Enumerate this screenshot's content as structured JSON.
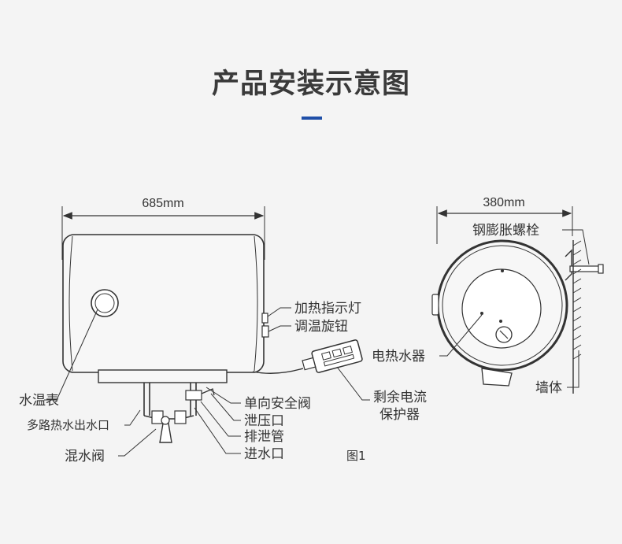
{
  "title": "产品安装示意图",
  "accent_color": "#1f4fa8",
  "figure_caption": "图1",
  "front_view": {
    "width_dim": "685mm",
    "labels": {
      "heating_indicator": "加热指示灯",
      "temp_knob": "调温旋钮",
      "thermometer": "水温表",
      "multi_outlet": "多路热水出水口",
      "mixing_valve": "混水阀",
      "safety_valve": "单向安全阀",
      "relief_outlet": "泄压口",
      "drain_pipe": "排泄管",
      "inlet": "进水口",
      "rcd_line1": "剩余电流",
      "rcd_line2": "保护器"
    }
  },
  "side_view": {
    "depth_dim": "380mm",
    "labels": {
      "bolt": "钢膨胀螺栓",
      "heater": "电热水器",
      "wall": "墙体"
    }
  }
}
